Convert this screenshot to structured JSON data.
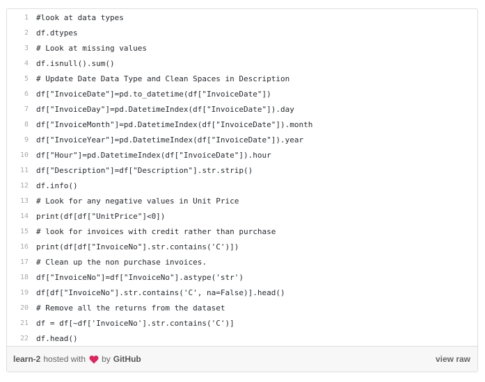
{
  "lines": [
    "#look at data types",
    "df.dtypes",
    "# Look at missing values",
    "df.isnull().sum()",
    "# Update Date Data Type and Clean Spaces in Description",
    "df[\"InvoiceDate\"]=pd.to_datetime(df[\"InvoiceDate\"])",
    "df[\"InvoiceDay\"]=pd.DatetimeIndex(df[\"InvoiceDate\"]).day",
    "df[\"InvoiceMonth\"]=pd.DatetimeIndex(df[\"InvoiceDate\"]).month",
    "df[\"InvoiceYear\"]=pd.DatetimeIndex(df[\"InvoiceDate\"]).year",
    "df[\"Hour\"]=pd.DatetimeIndex(df[\"InvoiceDate\"]).hour",
    "df[\"Description\"]=df[\"Description\"].str.strip()",
    "df.info()",
    "# Look for any negative values in Unit Price",
    "print(df[df[\"UnitPrice\"]<0])",
    "# look for invoices with credit rather than purchase",
    "print(df[df[\"InvoiceNo\"].str.contains('C')])",
    "# Clean up the non purchase invoices.",
    "df[\"InvoiceNo\"]=df[\"InvoiceNo\"].astype('str')",
    "df[df[\"InvoiceNo\"].str.contains('C', na=False)].head()",
    "# Remove all the returns from the dataset",
    "df = df[~df['InvoiceNo'].str.contains('C')]",
    "df.head()"
  ],
  "line_numbers": [
    "1",
    "2",
    "3",
    "4",
    "5",
    "6",
    "7",
    "8",
    "9",
    "10",
    "11",
    "12",
    "13",
    "14",
    "15",
    "16",
    "17",
    "18",
    "19",
    "20",
    "21",
    "22"
  ],
  "footer": {
    "file_name": "learn-2",
    "hosted_with": "hosted with",
    "by": "by",
    "github": "GitHub",
    "view_raw": "view raw"
  },
  "colors": {
    "heart": "#e0245e",
    "border": "#dddddd",
    "footer_bg": "#f7f7f7"
  }
}
